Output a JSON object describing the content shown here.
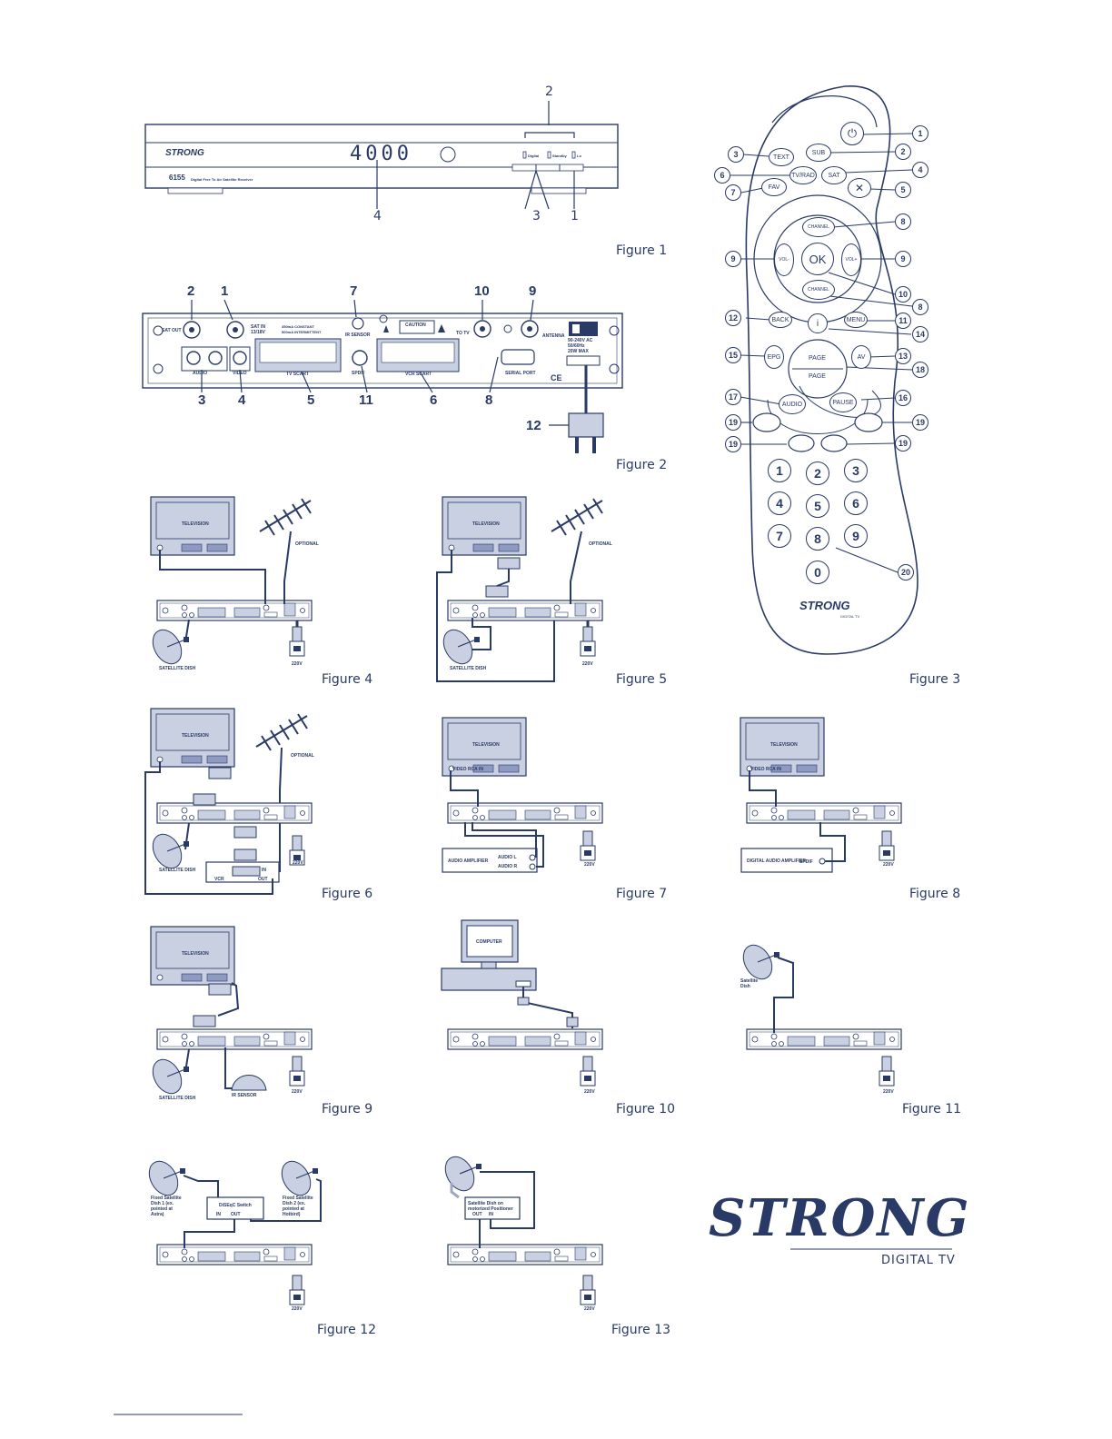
{
  "figures": {
    "fig1": "Figure 1",
    "fig2": "Figure 2",
    "fig3": "Figure 3",
    "fig4": "Figure 4",
    "fig5": "Figure 5",
    "fig6": "Figure 6",
    "fig7": "Figure 7",
    "fig8": "Figure 8",
    "fig9": "Figure 9",
    "fig10": "Figure 10",
    "fig11": "Figure 11",
    "fig12": "Figure 12",
    "fig13": "Figure 13"
  },
  "front_panel": {
    "display": "4000",
    "model": "6155",
    "model_desc": "Digital Free To Air Satellite Receiver",
    "brand": "STRONG",
    "led_labels": [
      "Digital",
      "Standby",
      "Lo"
    ],
    "callouts": [
      "2",
      "4",
      "3",
      "1"
    ]
  },
  "rear_panel": {
    "callouts_top": [
      "2",
      "1",
      "7",
      "10",
      "9"
    ],
    "callouts_bottom": [
      "3",
      "4",
      "5",
      "11",
      "6",
      "8"
    ],
    "callout_plug": "12",
    "labels": {
      "sat_out": "SAT OUT",
      "sat_in": "SAT IN",
      "sat_in_spec": "13/18V",
      "current": "350mA CONSTANT",
      "current2": "500mA INTERMITTENT",
      "ir_sensor": "IR SENSOR",
      "caution": "CAUTION",
      "to_tv": "TO TV",
      "antenna": "ANTENNA",
      "power": "90-240V AC",
      "hz": "50/60Hz",
      "watt": "20W MAX",
      "audio": "AUDIO",
      "video": "VIDEO",
      "tv_scart": "TV SCART",
      "spdif": "SPDIF",
      "vcr_scart": "VCR SCART",
      "serial": "SERIAL PORT",
      "ce": "CE"
    }
  },
  "remote": {
    "brand": "STRONG",
    "brand_sub": "DIGITAL TV",
    "buttons": {
      "text": "TEXT",
      "sub": "SUB",
      "tvrad": "TV/RAD",
      "sat": "SAT",
      "fav": "FAV",
      "ok": "OK",
      "vol_minus": "VOL-",
      "vol_plus": "VOL+",
      "ch_up": "CHANNEL",
      "ch_down": "CHANNEL",
      "back": "BACK",
      "menu": "MENU",
      "epg": "EPG",
      "av": "AV",
      "page_up": "PAGE",
      "page_down": "PAGE",
      "audio": "AUDIO",
      "pause": "PAUSE",
      "digits": [
        "1",
        "2",
        "3",
        "4",
        "5",
        "6",
        "7",
        "8",
        "9",
        "0"
      ]
    },
    "callouts": [
      "1",
      "2",
      "3",
      "4",
      "5",
      "6",
      "7",
      "8",
      "9",
      "9",
      "10",
      "8",
      "11",
      "12",
      "13",
      "14",
      "15",
      "16",
      "17",
      "18",
      "19",
      "19",
      "19",
      "19",
      "20"
    ]
  },
  "diagram_labels": {
    "television": "TELEVISION",
    "optional": "OPTIONAL",
    "satellite_dish": "SATELLITE DISH",
    "v220": "220V",
    "vcr": "VCR",
    "in": "IN",
    "out": "OUT",
    "video_rca": "VIDEO RCA IN",
    "audio_amp": "AUDIO AMPLIFIER",
    "audio_l": "AUDIO L",
    "audio_r": "AUDIO R",
    "digital_audio_amp": "DIGITAL AUDIO AMPLIFIER",
    "spdif": "SPDIF",
    "ir_sensor": "IR SENSOR",
    "computer": "COMPUTER",
    "satellite_dish_small": "Satellite Dish",
    "fixed_dish1": "Fixed Satellite Dish 1 (ex. pointed at Astra)",
    "fixed_dish2": "Fixed Satellite Dish 2 (ex. pointed at Hotbird)",
    "diseqc": "DiSEqC Switch",
    "positioner": "Satellite Dish on motorized Positioner"
  },
  "logo": {
    "brand": "STRONG",
    "sub": "DIGITAL TV"
  }
}
